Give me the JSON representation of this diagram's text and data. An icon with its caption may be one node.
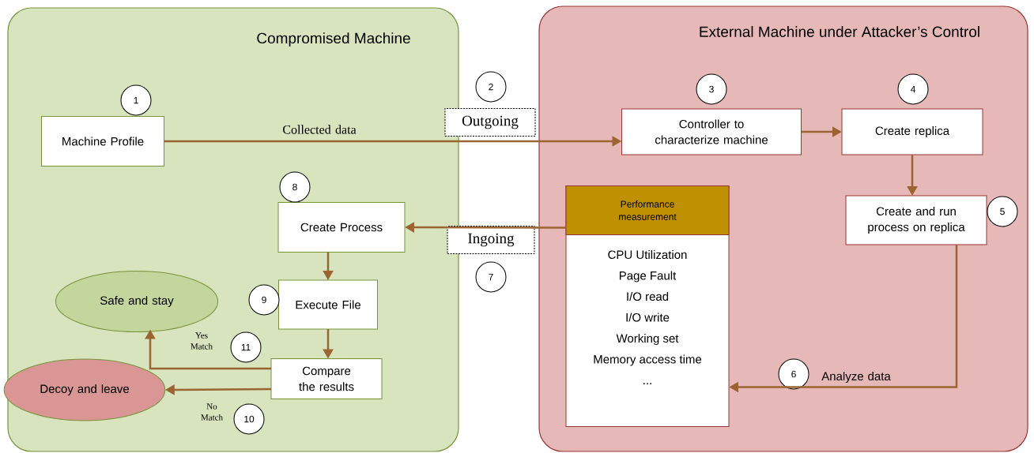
{
  "diagram": {
    "nodes": [
      {
        "text": [
          "Compromised Machine"
        ]
      },
      {
        "text": [
          "External Machine under Attacker’s Control"
        ]
      },
      {
        "text": [
          "Machine Profile"
        ],
        "in": 0
      },
      {
        "text": [
          "Create Process"
        ],
        "in": 0
      },
      {
        "text": [
          "Execute File"
        ],
        "in": 0
      },
      {
        "text": [
          "Compare the results"
        ],
        "in": 0
      },
      {
        "text": [
          "Safe and stay"
        ],
        "in": 0
      },
      {
        "text": [
          "Decoy and leave"
        ],
        "in": 0
      },
      {
        "text": [
          "Controller to characterize machine"
        ],
        "in": 1
      },
      {
        "text": [
          "Create replica"
        ],
        "in": 1
      },
      {
        "text": [
          "Create and run process on replica"
        ],
        "in": 1
      },
      {
        "text": [
          "Performance measurement",
          "CPU Utilization",
          "Page Fault",
          "I/O read",
          "I/O write",
          "Working set",
          "Memory access time",
          "..."
        ],
        "in": 1
      },
      {
        "text": [
          "Outgoing"
        ]
      },
      {
        "text": [
          "Ingoing"
        ]
      },
      {
        "text": [
          "1"
        ],
        "in": 0
      },
      {
        "text": [
          "2"
        ]
      },
      {
        "text": [
          "3"
        ],
        "in": 1
      },
      {
        "text": [
          "4"
        ],
        "in": 1
      },
      {
        "text": [
          "5"
        ],
        "in": 1
      },
      {
        "text": [
          "6"
        ],
        "in": 1
      },
      {
        "text": [
          "7"
        ]
      },
      {
        "text": [
          "8"
        ],
        "in": 0
      },
      {
        "text": [
          "9"
        ],
        "in": 0
      },
      {
        "text": [
          "10"
        ],
        "in": 0
      },
      {
        "text": [
          "11"
        ],
        "in": 0
      }
    ],
    "edges": [
      {
        "from": 2,
        "to": 8,
        "arrow": "to",
        "label": "Collected data"
      },
      {
        "from": 8,
        "to": 9,
        "arrow": "to"
      },
      {
        "from": 9,
        "to": 10,
        "arrow": "to"
      },
      {
        "from": 10,
        "to": 11,
        "arrow": "to",
        "label": "Analyze data"
      },
      {
        "from": 11,
        "to": 3,
        "arrow": "to"
      },
      {
        "from": 3,
        "to": 4,
        "arrow": "to"
      },
      {
        "from": 4,
        "to": 5,
        "arrow": "to"
      },
      {
        "from": 5,
        "to": 6,
        "arrow": "to",
        "label": "Yes Match"
      },
      {
        "from": 5,
        "to": 7,
        "arrow": "to",
        "label": "No Match"
      }
    ]
  }
}
